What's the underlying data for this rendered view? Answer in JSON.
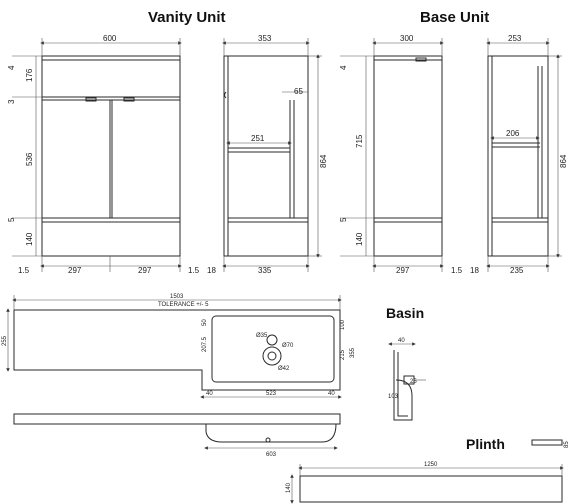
{
  "titles": {
    "vanity_unit": "Vanity Unit",
    "base_unit": "Base Unit",
    "basin": "Basin",
    "plinth": "Plinth"
  },
  "vanity_front": {
    "width": "600",
    "left_dims": [
      "4",
      "176",
      "3",
      "536",
      "5",
      "140"
    ],
    "bottom_dims": [
      "1.5",
      "297",
      "297",
      "1.5"
    ]
  },
  "vanity_side": {
    "depth": "353",
    "height": "864",
    "inner_depth": "251",
    "handle": "65",
    "bottom_dims": [
      "18",
      "335"
    ]
  },
  "base_front": {
    "width": "300",
    "left_dims": [
      "4",
      "715",
      "5",
      "140"
    ],
    "bottom_dims": [
      "297",
      "1.5"
    ]
  },
  "base_side": {
    "depth": "253",
    "height": "864",
    "inner_depth": "206",
    "bottom_dims": [
      "18",
      "235"
    ]
  },
  "basin_top": {
    "overall_width": "1503",
    "tolerance": "TOLERANCE +/- 5",
    "left_height": "255",
    "dims": [
      "50",
      "207.5",
      "100",
      "215",
      "355",
      "40",
      "523",
      "40"
    ],
    "hole_labels": [
      "Ø35",
      "Ø70",
      "Ø42"
    ]
  },
  "basin_section": {
    "dims": [
      "40",
      "25",
      "103"
    ]
  },
  "basin_side": {
    "width": "603"
  },
  "plinth": {
    "length": "1250",
    "height": "140",
    "thickness": "85"
  }
}
